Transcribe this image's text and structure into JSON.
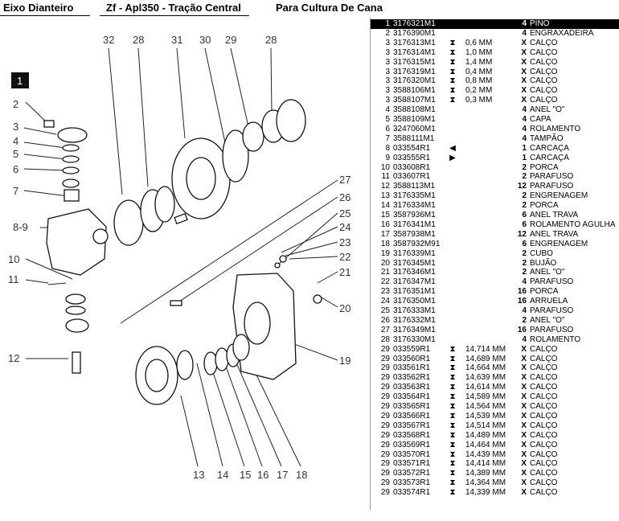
{
  "header": {
    "col1": "Eixo Dianteiro",
    "col2": "Zf - Apl350 - Tração Central",
    "col3": "Para Cultura De Cana"
  },
  "diagram": {
    "callouts": [
      "1",
      "2",
      "3",
      "4",
      "5",
      "6",
      "7",
      "8-9",
      "10",
      "11",
      "12",
      "13",
      "14",
      "15",
      "16",
      "17",
      "18",
      "19",
      "20",
      "21",
      "22",
      "23",
      "24",
      "25",
      "26",
      "27",
      "28",
      "29",
      "30",
      "31",
      "32",
      "28"
    ]
  },
  "parts": [
    {
      "ref": "1",
      "part": "3176321M1",
      "mark": "",
      "size": "",
      "qty": "4",
      "desc": "PINO"
    },
    {
      "ref": "2",
      "part": "3176390M1",
      "mark": "",
      "size": "",
      "qty": "4",
      "desc": "ENGRAXADEIRA"
    },
    {
      "ref": "3",
      "part": "3176313M1",
      "mark": "⧗",
      "size": "0,6 MM",
      "qty": "X",
      "desc": "CALÇO"
    },
    {
      "ref": "3",
      "part": "3176314M1",
      "mark": "⧗",
      "size": "1,0 MM",
      "qty": "X",
      "desc": "CALÇO"
    },
    {
      "ref": "3",
      "part": "3176315M1",
      "mark": "⧗",
      "size": "1,4 MM",
      "qty": "X",
      "desc": "CALÇO"
    },
    {
      "ref": "3",
      "part": "3176319M1",
      "mark": "⧗",
      "size": "0,4 MM",
      "qty": "X",
      "desc": "CALÇO"
    },
    {
      "ref": "3",
      "part": "3176320M1",
      "mark": "⧗",
      "size": "0,8 MM",
      "qty": "X",
      "desc": "CALÇO"
    },
    {
      "ref": "3",
      "part": "3588106M1",
      "mark": "⧗",
      "size": "0,2 MM",
      "qty": "X",
      "desc": "CALÇO"
    },
    {
      "ref": "3",
      "part": "3588107M1",
      "mark": "⧗",
      "size": "0,3 MM",
      "qty": "X",
      "desc": "CALÇO"
    },
    {
      "ref": "4",
      "part": "3588108M1",
      "mark": "",
      "size": "",
      "qty": "4",
      "desc": "ANEL \"O\""
    },
    {
      "ref": "5",
      "part": "3588109M1",
      "mark": "",
      "size": "",
      "qty": "4",
      "desc": "CAPA"
    },
    {
      "ref": "6",
      "part": "3247060M1",
      "mark": "",
      "size": "",
      "qty": "4",
      "desc": "ROLAMENTO"
    },
    {
      "ref": "7",
      "part": "3588111M1",
      "mark": "",
      "size": "",
      "qty": "4",
      "desc": "TAMPÃO"
    },
    {
      "ref": "8",
      "part": "033554R1",
      "mark": "◀",
      "size": "",
      "qty": "1",
      "desc": "CARCAÇA"
    },
    {
      "ref": "9",
      "part": "033555R1",
      "mark": "▶",
      "size": "",
      "qty": "1",
      "desc": "CARCAÇA"
    },
    {
      "ref": "10",
      "part": "033608R1",
      "mark": "",
      "size": "",
      "qty": "2",
      "desc": "PORCA"
    },
    {
      "ref": "11",
      "part": "033607R1",
      "mark": "",
      "size": "",
      "qty": "2",
      "desc": "PARAFUSO"
    },
    {
      "ref": "12",
      "part": "3588113M1",
      "mark": "",
      "size": "",
      "qty": "12",
      "desc": "PARAFUSO"
    },
    {
      "ref": "13",
      "part": "3176335M1",
      "mark": "",
      "size": "",
      "qty": "2",
      "desc": "ENGRENAGEM"
    },
    {
      "ref": "14",
      "part": "3176334M1",
      "mark": "",
      "size": "",
      "qty": "2",
      "desc": "PORCA"
    },
    {
      "ref": "15",
      "part": "3587936M1",
      "mark": "",
      "size": "",
      "qty": "6",
      "desc": "ANEL TRAVA"
    },
    {
      "ref": "16",
      "part": "3176341M1",
      "mark": "",
      "size": "",
      "qty": "6",
      "desc": "ROLAMENTO AGULHA"
    },
    {
      "ref": "17",
      "part": "3587938M1",
      "mark": "",
      "size": "",
      "qty": "12",
      "desc": "ANEL TRAVA"
    },
    {
      "ref": "18",
      "part": "3587932M91",
      "mark": "",
      "size": "",
      "qty": "6",
      "desc": "ENGRENAGEM"
    },
    {
      "ref": "19",
      "part": "3176339M1",
      "mark": "",
      "size": "",
      "qty": "2",
      "desc": "CUBO"
    },
    {
      "ref": "20",
      "part": "3176345M1",
      "mark": "",
      "size": "",
      "qty": "2",
      "desc": "BUJÃO"
    },
    {
      "ref": "21",
      "part": "3176346M1",
      "mark": "",
      "size": "",
      "qty": "2",
      "desc": "ANEL \"O\""
    },
    {
      "ref": "22",
      "part": "3176347M1",
      "mark": "",
      "size": "",
      "qty": "4",
      "desc": "PARAFUSO"
    },
    {
      "ref": "23",
      "part": "3176351M1",
      "mark": "",
      "size": "",
      "qty": "16",
      "desc": "PORCA"
    },
    {
      "ref": "24",
      "part": "3176350M1",
      "mark": "",
      "size": "",
      "qty": "16",
      "desc": "ARRUELA"
    },
    {
      "ref": "25",
      "part": "3176333M1",
      "mark": "",
      "size": "",
      "qty": "4",
      "desc": "PARAFUSO"
    },
    {
      "ref": "26",
      "part": "3176332M1",
      "mark": "",
      "size": "",
      "qty": "2",
      "desc": "ANEL \"O\""
    },
    {
      "ref": "27",
      "part": "3176349M1",
      "mark": "",
      "size": "",
      "qty": "16",
      "desc": "PARAFUSO"
    },
    {
      "ref": "28",
      "part": "3176330M1",
      "mark": "",
      "size": "",
      "qty": "4",
      "desc": "ROLAMENTO"
    },
    {
      "ref": "29",
      "part": "033559R1",
      "mark": "⧗",
      "size": "14,714 MM",
      "qty": "X",
      "desc": "CALÇO"
    },
    {
      "ref": "29",
      "part": "033560R1",
      "mark": "⧗",
      "size": "14,689 MM",
      "qty": "X",
      "desc": "CALÇO"
    },
    {
      "ref": "29",
      "part": "033561R1",
      "mark": "⧗",
      "size": "14,664 MM",
      "qty": "X",
      "desc": "CALÇO"
    },
    {
      "ref": "29",
      "part": "033562R1",
      "mark": "⧗",
      "size": "14,639 MM",
      "qty": "X",
      "desc": "CALÇO"
    },
    {
      "ref": "29",
      "part": "033563R1",
      "mark": "⧗",
      "size": "14,614 MM",
      "qty": "X",
      "desc": "CALÇO"
    },
    {
      "ref": "29",
      "part": "033564R1",
      "mark": "⧗",
      "size": "14,589 MM",
      "qty": "X",
      "desc": "CALÇO"
    },
    {
      "ref": "29",
      "part": "033565R1",
      "mark": "⧗",
      "size": "14,564 MM",
      "qty": "X",
      "desc": "CALÇO"
    },
    {
      "ref": "29",
      "part": "033566R1",
      "mark": "⧗",
      "size": "14,539 MM",
      "qty": "X",
      "desc": "CALÇO"
    },
    {
      "ref": "29",
      "part": "033567R1",
      "mark": "⧗",
      "size": "14,514 MM",
      "qty": "X",
      "desc": "CALÇO"
    },
    {
      "ref": "29",
      "part": "033568R1",
      "mark": "⧗",
      "size": "14,489 MM",
      "qty": "X",
      "desc": "CALÇO"
    },
    {
      "ref": "29",
      "part": "033569R1",
      "mark": "⧗",
      "size": "14,464 MM",
      "qty": "X",
      "desc": "CALÇO"
    },
    {
      "ref": "29",
      "part": "033570R1",
      "mark": "⧗",
      "size": "14,439 MM",
      "qty": "X",
      "desc": "CALÇO"
    },
    {
      "ref": "29",
      "part": "033571R1",
      "mark": "⧗",
      "size": "14,414 MM",
      "qty": "X",
      "desc": "CALÇO"
    },
    {
      "ref": "29",
      "part": "033572R1",
      "mark": "⧗",
      "size": "14,389 MM",
      "qty": "X",
      "desc": "CALÇO"
    },
    {
      "ref": "29",
      "part": "033573R1",
      "mark": "⧗",
      "size": "14,364 MM",
      "qty": "X",
      "desc": "CALÇO"
    },
    {
      "ref": "29",
      "part": "033574R1",
      "mark": "⧗",
      "size": "14,339 MM",
      "qty": "X",
      "desc": "CALÇO"
    }
  ]
}
